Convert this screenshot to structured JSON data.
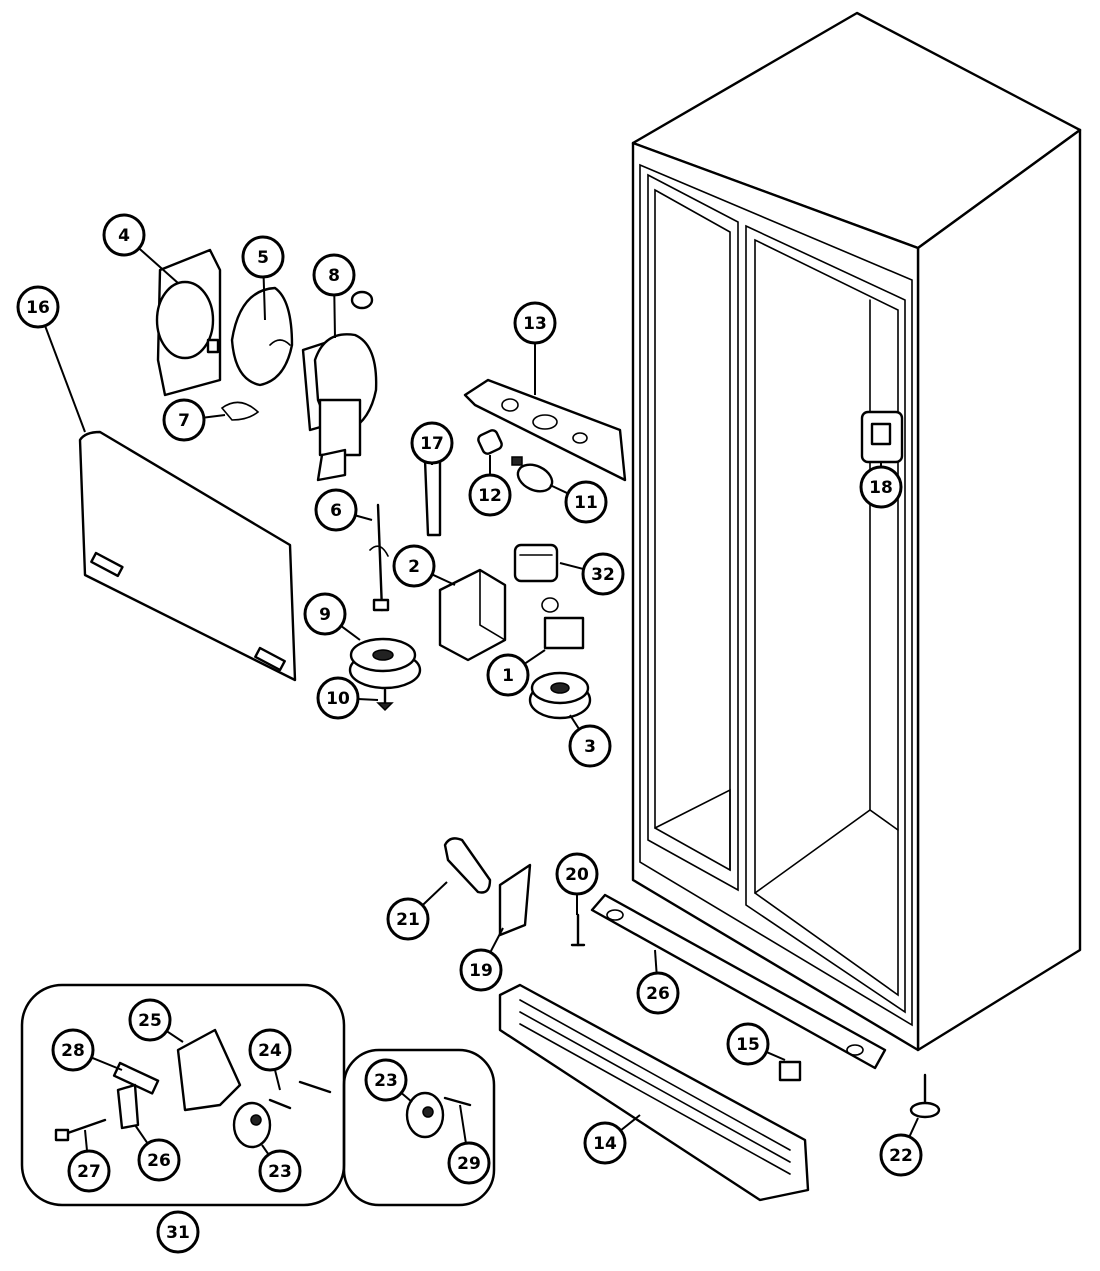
{
  "callouts": [
    {
      "id": "1",
      "label": "1"
    },
    {
      "id": "2",
      "label": "2"
    },
    {
      "id": "3",
      "label": "3"
    },
    {
      "id": "4",
      "label": "4"
    },
    {
      "id": "5",
      "label": "5"
    },
    {
      "id": "6",
      "label": "6"
    },
    {
      "id": "7",
      "label": "7"
    },
    {
      "id": "8",
      "label": "8"
    },
    {
      "id": "9",
      "label": "9"
    },
    {
      "id": "10",
      "label": "10"
    },
    {
      "id": "11",
      "label": "11"
    },
    {
      "id": "12",
      "label": "12"
    },
    {
      "id": "13",
      "label": "13"
    },
    {
      "id": "14",
      "label": "14"
    },
    {
      "id": "15",
      "label": "15"
    },
    {
      "id": "16",
      "label": "16"
    },
    {
      "id": "17",
      "label": "17"
    },
    {
      "id": "18",
      "label": "18"
    },
    {
      "id": "19",
      "label": "19"
    },
    {
      "id": "20",
      "label": "20"
    },
    {
      "id": "21",
      "label": "21"
    },
    {
      "id": "22",
      "label": "22"
    },
    {
      "id": "23a",
      "label": "23"
    },
    {
      "id": "23b",
      "label": "23"
    },
    {
      "id": "24",
      "label": "24"
    },
    {
      "id": "25",
      "label": "25"
    },
    {
      "id": "26a",
      "label": "26"
    },
    {
      "id": "26b",
      "label": "26"
    },
    {
      "id": "27",
      "label": "27"
    },
    {
      "id": "28",
      "label": "28"
    },
    {
      "id": "29",
      "label": "29"
    },
    {
      "id": "31",
      "label": "31"
    },
    {
      "id": "32",
      "label": "32"
    }
  ]
}
